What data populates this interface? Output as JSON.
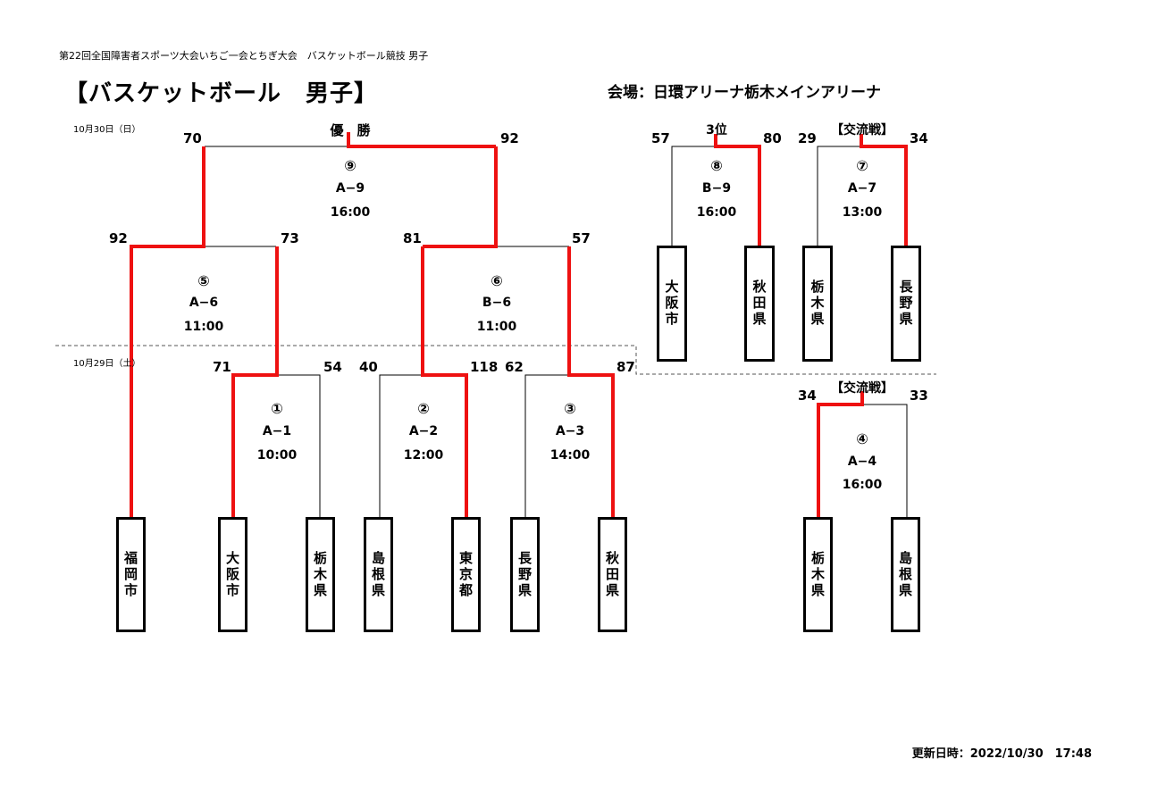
{
  "header": {
    "tournament": "第22回全国障害者スポーツ大会いちご一会とちぎ大会　バスケットボール競技 男子",
    "title": "【バスケットボール　男子】",
    "venue": "会場：日環アリーナ栃木メインアリーナ",
    "date_day2": "10月30日（日）",
    "date_day1": "10月29日（土）",
    "updated": "更新日時：2022/10/30　17:48"
  },
  "teams": {
    "fukuoka": "福岡市",
    "osaka": "大阪市",
    "tochigi": "栃木県",
    "shimane": "島根県",
    "tokyo": "東京都",
    "nagano": "長野県",
    "akita": "秋田県"
  },
  "labels": {
    "champion": "優　勝",
    "third_place": "3位",
    "exchange": "【交流戦】"
  },
  "games": {
    "g1": {
      "no": "①",
      "court": "A−1",
      "time": "10:00",
      "left": "71",
      "right": "54"
    },
    "g2": {
      "no": "②",
      "court": "A−2",
      "time": "12:00",
      "left": "40",
      "right": "118"
    },
    "g3": {
      "no": "③",
      "court": "A−3",
      "time": "14:00",
      "left": "62",
      "right": "87"
    },
    "g4": {
      "no": "④",
      "court": "A−4",
      "time": "16:00",
      "left": "34",
      "right": "33"
    },
    "g5": {
      "no": "⑤",
      "court": "A−6",
      "time": "11:00",
      "left": "92",
      "right": "73"
    },
    "g6": {
      "no": "⑥",
      "court": "B−6",
      "time": "11:00",
      "left": "81",
      "right": "57"
    },
    "g7": {
      "no": "⑦",
      "court": "A−7",
      "time": "13:00",
      "left": "29",
      "right": "34"
    },
    "g8": {
      "no": "⑧",
      "court": "B−9",
      "time": "16:00",
      "left": "57",
      "right": "80"
    },
    "g9": {
      "no": "⑨",
      "court": "A−9",
      "time": "16:00",
      "left": "70",
      "right": "92"
    }
  },
  "colors": {
    "winner_line": "#ee1111",
    "line": "#000000"
  }
}
